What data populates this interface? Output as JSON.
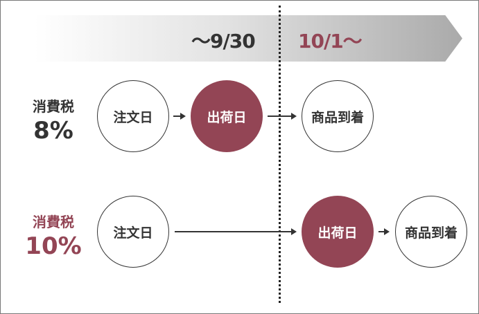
{
  "timeline": {
    "before": "〜9/30",
    "after": "10/1〜"
  },
  "rows": [
    {
      "tax_label": "消費税",
      "rate": "8%",
      "steps": [
        "注文日",
        "出荷日",
        "商品到着"
      ]
    },
    {
      "tax_label": "消費税",
      "rate": "10%",
      "steps": [
        "注文日",
        "出荷日",
        "商品到着"
      ]
    }
  ],
  "colors": {
    "accent": "#934555",
    "text": "#333333"
  }
}
